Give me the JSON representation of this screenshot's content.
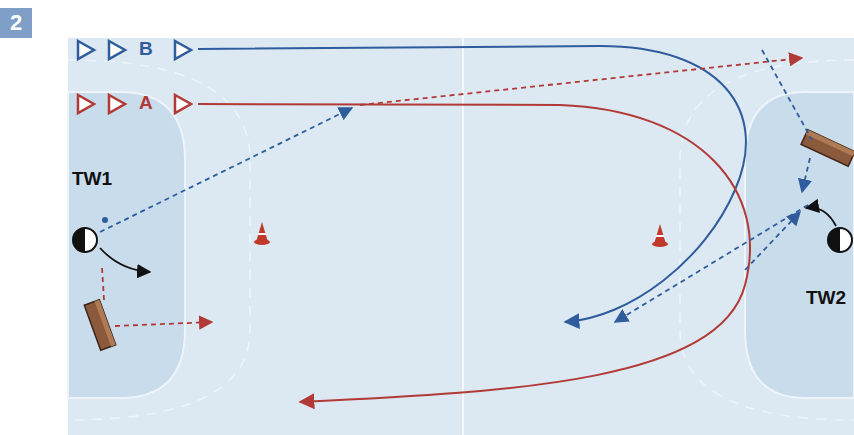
{
  "diagram": {
    "nodes": [
      {
        "text": [
          "2"
        ]
      },
      {
        "text": [
          "TW1"
        ]
      },
      {
        "text": [
          "TW2"
        ]
      }
    ],
    "labels": [
      "B",
      "A"
    ]
  }
}
